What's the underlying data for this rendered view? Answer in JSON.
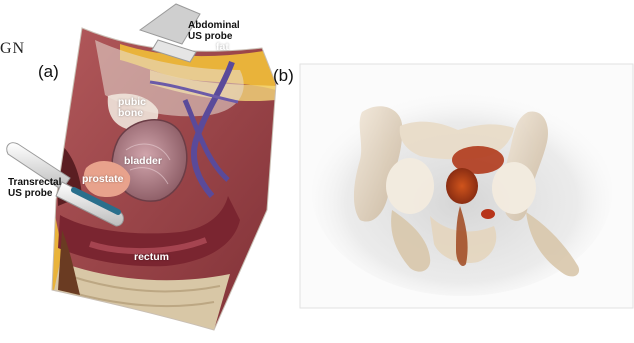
{
  "cut_text": "GN",
  "panels": {
    "a": {
      "label": "(a)",
      "labels": {
        "abdominal_line1": "Abdominal",
        "abdominal_line2": "US probe",
        "fat": "fat",
        "pubic_line1": "pubic",
        "pubic_line2": "bone",
        "bladder": "bladder",
        "prostate": "prostate",
        "transrectal_line1": "Transrectal",
        "transrectal_line2": "US probe",
        "rectum": "rectum"
      }
    },
    "b": {
      "label": "(b)"
    }
  },
  "colors": {
    "fat": "#e9b33a",
    "muscle": "#9b3b3f",
    "bladder": "#b07d86",
    "vessel": "#5a4a9a",
    "bone": "#efe6dc",
    "probe_tip": "#2a6f8c"
  }
}
